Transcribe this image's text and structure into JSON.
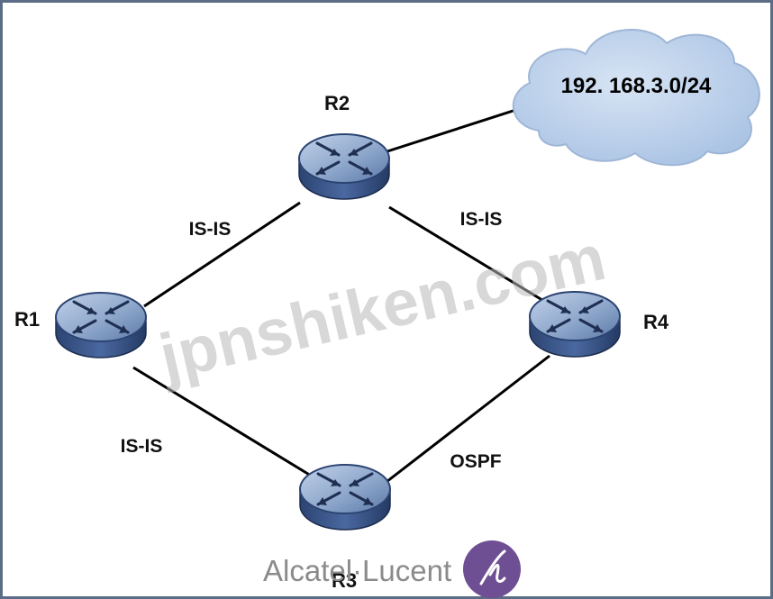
{
  "diagram": {
    "routers": {
      "r1": "R1",
      "r2": "R2",
      "r3": "R3",
      "r4": "R4"
    },
    "links": {
      "r1_r2": "IS-IS",
      "r2_r4": "IS-IS",
      "r1_r3": "IS-IS",
      "r3_r4": "OSPF"
    },
    "network": "192. 168.3.0/24"
  },
  "watermark": "jpnshiken.com",
  "brand": {
    "name": "Alcatel·Lucent"
  },
  "colors": {
    "router_body": "#44639a",
    "router_top": "#8fa8cc",
    "cloud": "#b9cfe9",
    "frame": "#5b6d86"
  }
}
